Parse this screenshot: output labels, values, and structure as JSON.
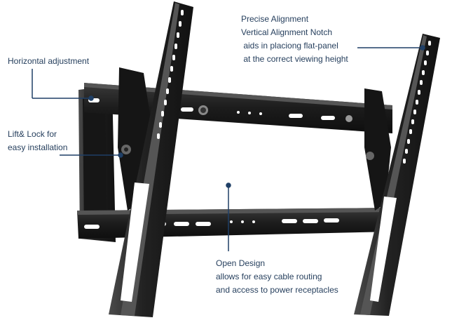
{
  "callouts": {
    "alignment": {
      "lines": [
        "Precise Alignment",
        "Vertical Alignment Notch",
        " aids in placiong flat-panel",
        " at the correct viewing height"
      ]
    },
    "horizontal": {
      "lines": [
        "Horizontal adjustment"
      ]
    },
    "lift_lock": {
      "lines": [
        "Lift& Lock for",
        "easy installation"
      ]
    },
    "open_design": {
      "lines": [
        "Open Design",
        "allows for easy cable routing",
        "and access to power receptacles"
      ]
    }
  },
  "colors": {
    "callout_text": "#27405e",
    "callout_line": "#1f3f66",
    "mount_dark": "#1a1a1a",
    "mount_mid": "#2b2b2b",
    "mount_light": "#4a4a4a",
    "background": "#ffffff"
  }
}
